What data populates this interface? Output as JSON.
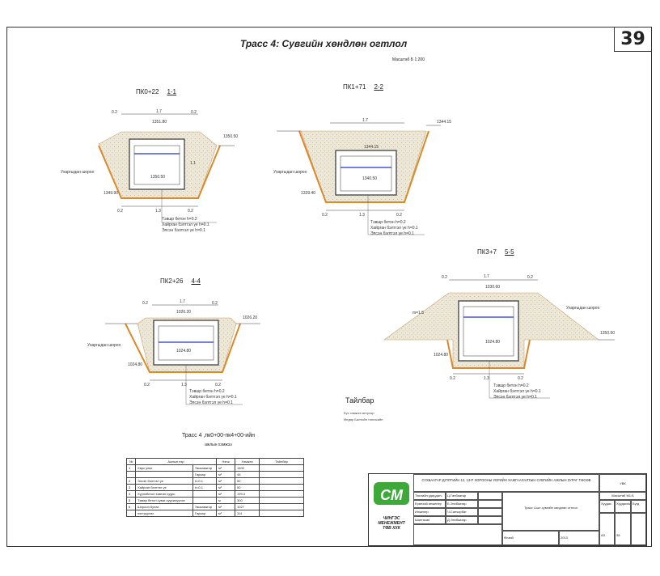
{
  "sheet": {
    "page_number": "39",
    "title": "Трасс 4: Сувгийн хөндлөн огтлол",
    "scale": "Масштаб Б 1:200"
  },
  "sections": [
    {
      "station": "ПК0+22",
      "number": "1-1"
    },
    {
      "station": "ПК1+71",
      "number": "2-2"
    },
    {
      "station": "ПК2+26",
      "number": "4-4"
    },
    {
      "station": "ПК3+7",
      "number": "5-5"
    }
  ],
  "labels": {
    "dim_02": "0.2",
    "dim_13": "1.3",
    "dim_17": "1.7",
    "dim_11": "1.1",
    "soil_label": "Ухаргыдан шороо",
    "layer_1": "Тэвшр бетон h=0.2",
    "layer_2": "Хайрган бэлтгэл үе h=0.1",
    "layer_3": "Элсэн бэлтгэл үе h=0.1",
    "slope": "m=1.5",
    "elev_a": "1351.80",
    "elev_b": "1350.50",
    "elev_c": "1349.90",
    "elev_d": "1344.15",
    "elev_e": "1340.50",
    "elev_f": "1339.40",
    "elev_g": "1026.20",
    "elev_h": "1024.80",
    "elev_i": "1030.60"
  },
  "note": {
    "title": "Тайлбар",
    "line1": "Бүх хэмжээ метрээр",
    "line2": "Өндөр Балтийн тэнгисийн"
  },
  "volume_table": {
    "title": "Трасс 4 ,пк0+00-пк4+00-ийн",
    "subtitle": "ажлын хэмжээ",
    "headers": [
      "№",
      "Ажлын нэр",
      "Нэгж",
      "Хэмжээ",
      "Тайлбар"
    ],
    "rows": [
      {
        "n": "1",
        "name": "Хөрс ухах",
        "sub": "Экскаватор",
        "unit": "м³",
        "qty": "1400",
        "note": ""
      },
      {
        "n": "",
        "name": "",
        "sub": "Гараар",
        "unit": "м³",
        "qty": "45",
        "note": ""
      },
      {
        "n": "2",
        "name": "Элсэн бэлтгэл үе",
        "sub": "h=0.1",
        "unit": "м³",
        "qty": "50",
        "note": ""
      },
      {
        "n": "3",
        "name": "Хайрган бэлтгэл үе",
        "sub": "h=0.1",
        "unit": "м³",
        "qty": "50",
        "note": ""
      },
      {
        "n": "4",
        "name": "Хүрээбетон хавтан суурь",
        "sub": "",
        "unit": "м³",
        "qty": "199.4",
        "note": ""
      },
      {
        "n": "5",
        "name": "Төмөр бетон суваг суурилуулах",
        "sub": "",
        "unit": "м",
        "qty": "300",
        "note": ""
      },
      {
        "n": "6",
        "name": "Шороон булах",
        "sub": "Экскаватор",
        "unit": "м³",
        "qty": "1027",
        "note": ""
      },
      {
        "n": "",
        "name": "нягтруулах",
        "sub": "Гараар",
        "unit": "м³",
        "qty": "114",
        "note": ""
      }
    ]
  },
  "stamp": {
    "project": "СҮХБААТАР ДҮҮРГИЙН 12, 13-Р ХОРООНЫ УЕРИЙН ХАМГААЛАЛТЫН СУВГИЙН АЖЛЫН ЗУРАГ ТӨСӨВ",
    "company_line1": "ЧИНГЭС",
    "company_line2": "МЕНЕЖМЕНТ",
    "company_line3": "ТӨВ ХХК",
    "logo_text": "CM",
    "role1": "Төслийн удирдагч",
    "name1": "Ц.Ганбаатар",
    "role2": "Ерөнхий инженер",
    "name2": "Б.Энхбаатар",
    "role3": "Инженер",
    "name3": "Ч.Санчирбат",
    "role4": "Шалгасан",
    "name4": "Д.Энхбаатар",
    "drawing_title": "Трасс 4-ын сувгийн хөндлөн огтлол",
    "place": "Өлзий",
    "year": "2013",
    "stage": "АЗ",
    "sheet": "38",
    "code": "УВК",
    "scale_label": "Масштаб М1:Б",
    "col_stage": "Хуудас",
    "col_sheet": "Хуудасны",
    "col_total": "Бүгд"
  },
  "colors": {
    "soil": "#e9e4d3",
    "soil_dots": "#b9ad8c",
    "base_layer": "#d98a2d",
    "water": "#2233cc",
    "line": "#333333"
  }
}
